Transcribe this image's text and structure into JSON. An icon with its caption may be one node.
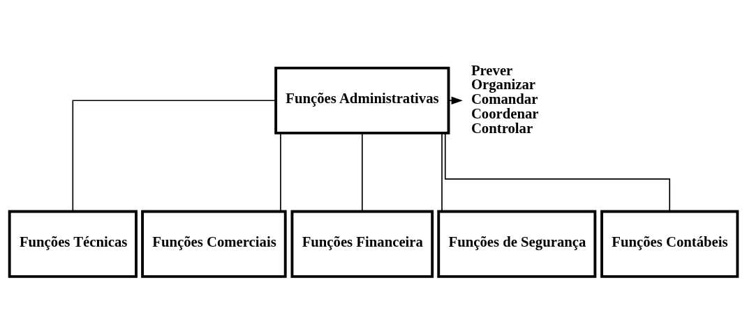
{
  "diagram": {
    "nodes": [
      {
        "text": [
          "Funções Administrativas"
        ]
      },
      {
        "text": [
          "Prever",
          "Organizar",
          "Comandar",
          "Coordenar",
          "Controlar"
        ]
      },
      {
        "text": [
          "Funções Técnicas"
        ]
      },
      {
        "text": [
          "Funções Comerciais"
        ]
      },
      {
        "text": [
          "Funções Financeira"
        ]
      },
      {
        "text": [
          "Funções de Segurança"
        ]
      },
      {
        "text": [
          "Funções Contábeis"
        ]
      }
    ],
    "edges": [
      {
        "from": 0,
        "to": 1,
        "arrow": "to"
      },
      {
        "from": 0,
        "to": 2,
        "arrow": "none"
      },
      {
        "from": 0,
        "to": 3,
        "arrow": "none"
      },
      {
        "from": 0,
        "to": 4,
        "arrow": "none"
      },
      {
        "from": 0,
        "to": 5,
        "arrow": "none"
      },
      {
        "from": 0,
        "to": 6,
        "arrow": "none"
      }
    ]
  }
}
